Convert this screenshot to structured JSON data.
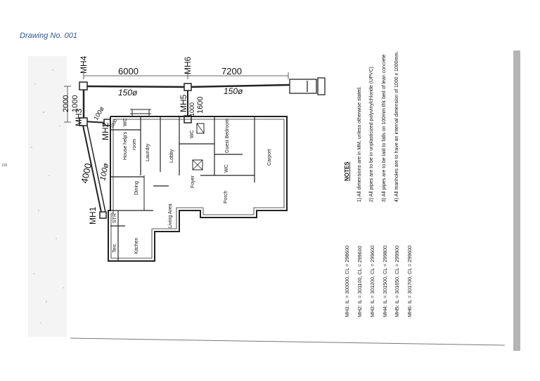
{
  "header": {
    "title": "Drawing No. 001",
    "page_number": "100"
  },
  "dimensions": {
    "top_left": "6000",
    "top_right": "7200",
    "pipe_left": "150ø",
    "pipe_right": "150ø",
    "left_2000": "2000",
    "left_1000": "1000",
    "mid_1600": "1600",
    "mid_1000": "1000",
    "diag_4000": "4000",
    "diag_100": "100ø",
    "small_100": "100ø",
    "small_1000": "1000"
  },
  "manholes": {
    "mh1": "MH1",
    "mh2": "MH2",
    "mh3": "MH3",
    "mh4": "MH4",
    "mh5": "MH5",
    "mh6": "MH6"
  },
  "rooms": {
    "wc_top": "WC",
    "house_help": "House help's",
    "room": "room",
    "laundry": "Laundry",
    "lobby": "Lobby",
    "wc_mid": "WC",
    "guest_bedroom": "Guest Bedroom",
    "dining": "Dining",
    "wc_lower": "WC",
    "carport": "Carport",
    "foyer": "Foyer",
    "str": "STR",
    "living_area": "Living Area",
    "porch": "Porch",
    "terr": "Terr.",
    "kitchen": "Kitchen"
  },
  "notes": {
    "heading": "NOTES",
    "items": [
      "1) All dimensions are in MM, unless otherwise stated.",
      "2) All pipes are to be in unplasticized polyvinylchloride (UPVC)",
      "3) All pipes are to be laid to falls on 100mm thk bed of lean concrete",
      "4) All manholes are to have an internal dimension of 1000 x 1000mm."
    ]
  },
  "levels": [
    "MH1:  IL = 300000,   CL = 298600",
    "MH2:  IL = 301100,   CL = 299600",
    "MH3:  IL = 301200,   CL = 299600",
    "MH4:  IL = 301500,   CL = 299800",
    "MH5:  IL = 301650,   CL = 299900",
    "MH6:  IL = 301700,   CL = 299600"
  ]
}
